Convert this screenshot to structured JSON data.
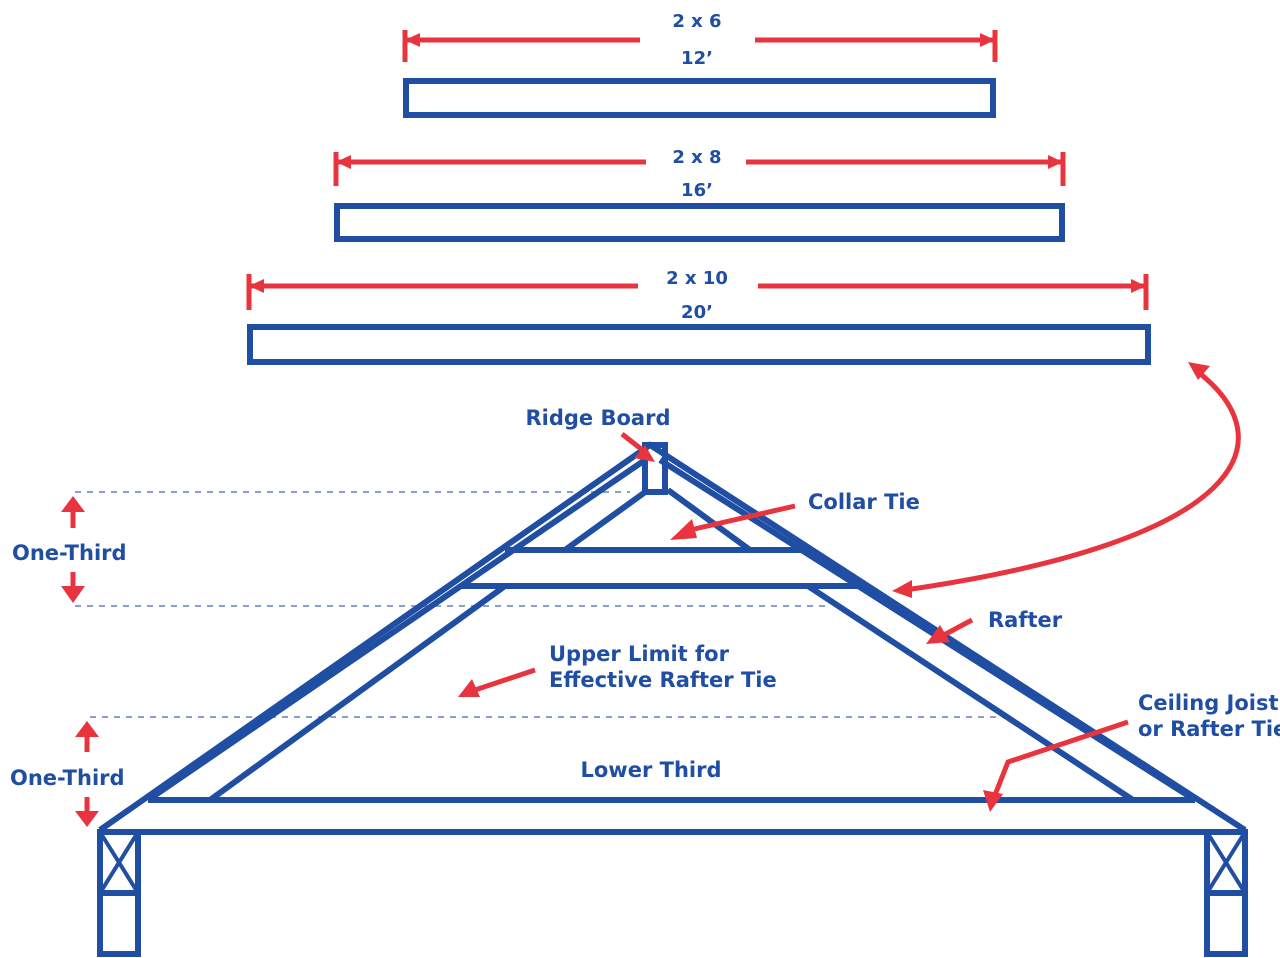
{
  "boards": [
    {
      "size": "2 x 6",
      "length": "12’"
    },
    {
      "size": "2 x 8",
      "length": "16’"
    },
    {
      "size": "2 x 10",
      "length": "20’"
    }
  ],
  "labels": {
    "ridge_board": "Ridge Board",
    "collar_tie": "Collar Tie",
    "rafter": "Rafter",
    "upper_limit_line1": "Upper Limit for",
    "upper_limit_line2": "Effective Rafter Tie",
    "ceiling_joist_line1": "Ceiling Joist",
    "ceiling_joist_line2": "or Rafter Tie",
    "lower_third": "Lower Third",
    "one_third_upper": "One-Third",
    "one_third_lower": "One-Third"
  },
  "colors": {
    "structure": "#1f4ea3",
    "arrows": "#e8343e",
    "guides": "#8aa0c8"
  }
}
